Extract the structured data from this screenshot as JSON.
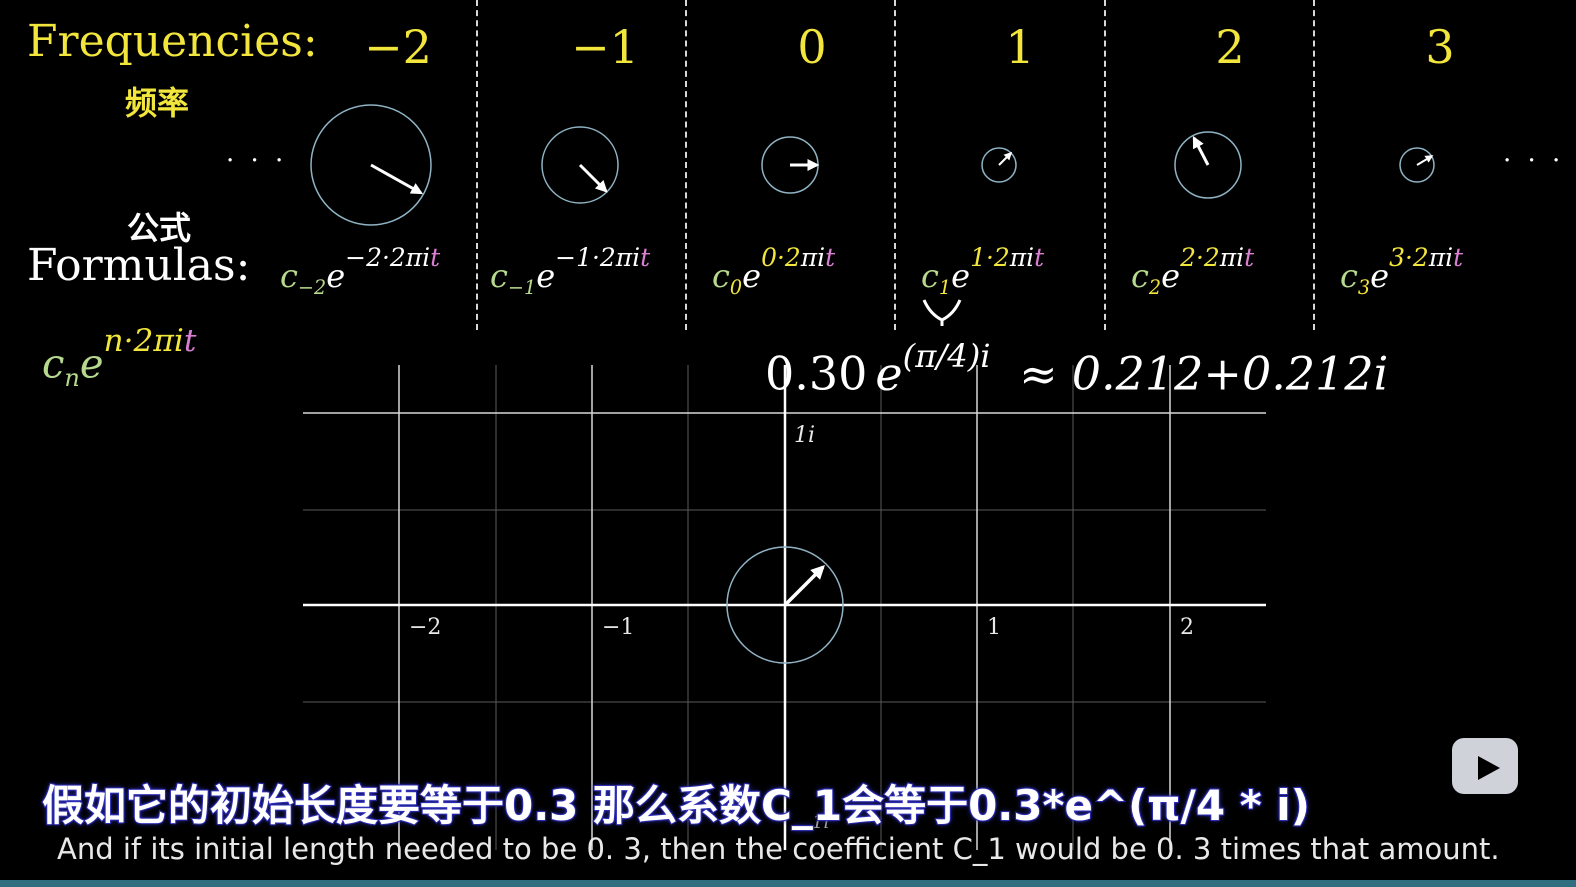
{
  "header": {
    "frequencies_label": "Frequencies:",
    "frequencies_zh": "频率",
    "formulas_zh": "公式",
    "formulas_label": "Formulas:",
    "ellipsis": "· · ·"
  },
  "frequencies": [
    "−2",
    "−1",
    "0",
    "1",
    "2",
    "3"
  ],
  "formulas": [
    {
      "coef": "c",
      "sub": "−2",
      "exp_num": "−2·2",
      "exp_var": "πi",
      "t": "t"
    },
    {
      "coef": "c",
      "sub": "−1",
      "exp_num": "−1·2",
      "exp_var": "πi",
      "t": "t"
    },
    {
      "coef": "c",
      "sub": "0",
      "exp_num": "0·2",
      "exp_var": "πi",
      "t": "t"
    },
    {
      "coef": "c",
      "sub": "1",
      "exp_num": "1·2",
      "exp_var": "πi",
      "t": "t"
    },
    {
      "coef": "c",
      "sub": "2",
      "exp_num": "2·2",
      "exp_var": "πi",
      "t": "t"
    },
    {
      "coef": "c",
      "sub": "3",
      "exp_num": "3·2",
      "exp_var": "πi",
      "t": "t"
    }
  ],
  "general_formula": {
    "coef": "c",
    "sub": "n",
    "e": "e",
    "exp": "n·2πi",
    "t": "t"
  },
  "equation": {
    "mag": "0.30",
    "e": "e",
    "exp": "(π/4)i",
    "approx": "≈",
    "result": "0.212+0.212i"
  },
  "plane": {
    "x_ticks": [
      "−2",
      "−1",
      "1",
      "2"
    ],
    "y_label_top": "1i",
    "y_label_bottom": "1i"
  },
  "subtitles": {
    "zh": "假如它的初始长度要等于0.3 那么系数C_1会等于0.3*e^(π/4 * i)",
    "en": "And if its initial length needed to be 0. 3, then the coefficient C_1 would be 0. 3 times that amount."
  },
  "colors": {
    "yellow": "#f2e63d",
    "green": "#b7d98d",
    "pink": "#d97fd1",
    "circle": "#8fb3c4",
    "grid": "#5a5a5a"
  },
  "icons": {
    "play": "bilibili-play-icon"
  }
}
